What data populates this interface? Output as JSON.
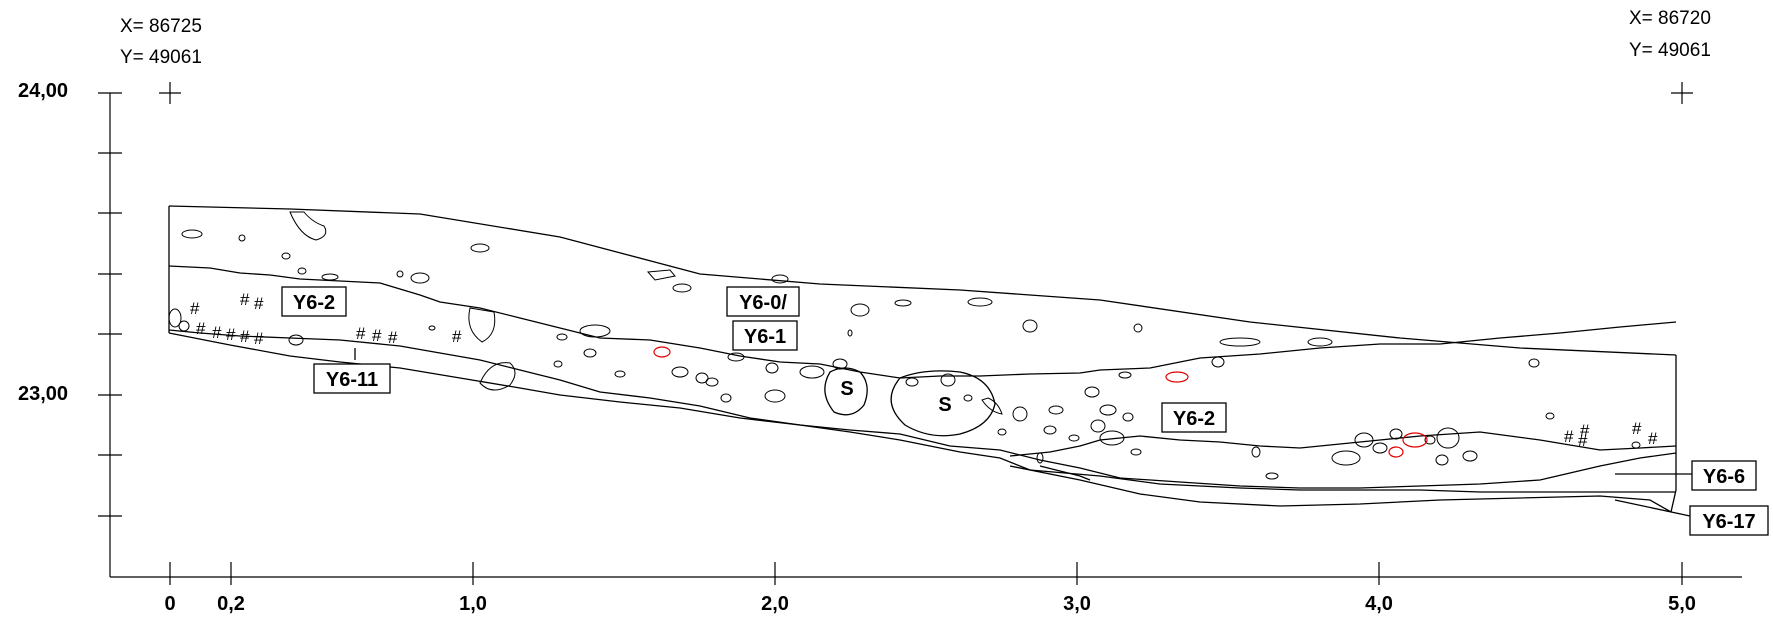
{
  "coords": {
    "left": {
      "x": "X= 86725",
      "y": "Y= 49061"
    },
    "right": {
      "x": "X= 86720",
      "y": "Y= 49061"
    }
  },
  "y_axis": {
    "ticks": [
      "24,00",
      "23,00"
    ]
  },
  "x_axis": {
    "ticks": [
      "0",
      "0,2",
      "1,0",
      "2,0",
      "3,0",
      "4,0",
      "5,0"
    ]
  },
  "labels": {
    "y6_2_left": "Y6-2",
    "y6_0": "Y6-0/",
    "y6_1": "Y6-1",
    "y6_11": "Y6-11",
    "s1": "S",
    "s2": "S",
    "y6_2_right": "Y6-2",
    "y6_6": "Y6-6",
    "y6_17": "Y6-17"
  },
  "colors": {
    "line": "#000000",
    "highlight": "#e00000"
  }
}
